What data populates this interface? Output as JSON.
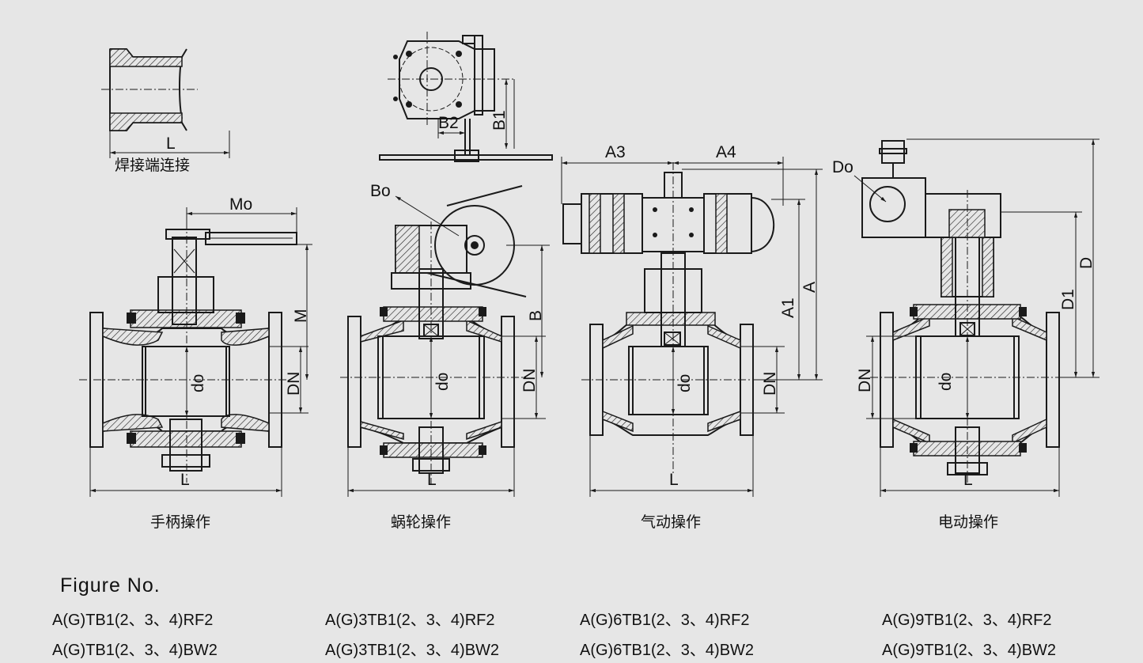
{
  "labels": {
    "weld_L": "L",
    "weld_caption": "焊接端连接",
    "mo": "Mo",
    "m": "M",
    "dn": "DN",
    "do": "do",
    "l": "L",
    "bo": "Bo",
    "b": "B",
    "b1": "B1",
    "b2": "B2",
    "a3": "A3",
    "a4": "A4",
    "a": "A",
    "a1": "A1",
    "d": "D",
    "d1": "D1",
    "d0": "Do"
  },
  "captions": {
    "manual": "手柄操作",
    "worm": "蜗轮操作",
    "pneumatic": "气动操作",
    "electric": "电动操作"
  },
  "figure_no_title": "Figure No.",
  "models": [
    [
      "A(G)TB1(2、3、4)RF2",
      "A(G)TB1(2、3、4)BW2"
    ],
    [
      "A(G)3TB1(2、3、4)RF2",
      "A(G)3TB1(2、3、4)BW2"
    ],
    [
      "A(G)6TB1(2、3、4)RF2",
      "A(G)6TB1(2、3、4)BW2"
    ],
    [
      "A(G)9TB1(2、3、4)RF2",
      "A(G)9TB1(2、3、4)BW2"
    ]
  ]
}
